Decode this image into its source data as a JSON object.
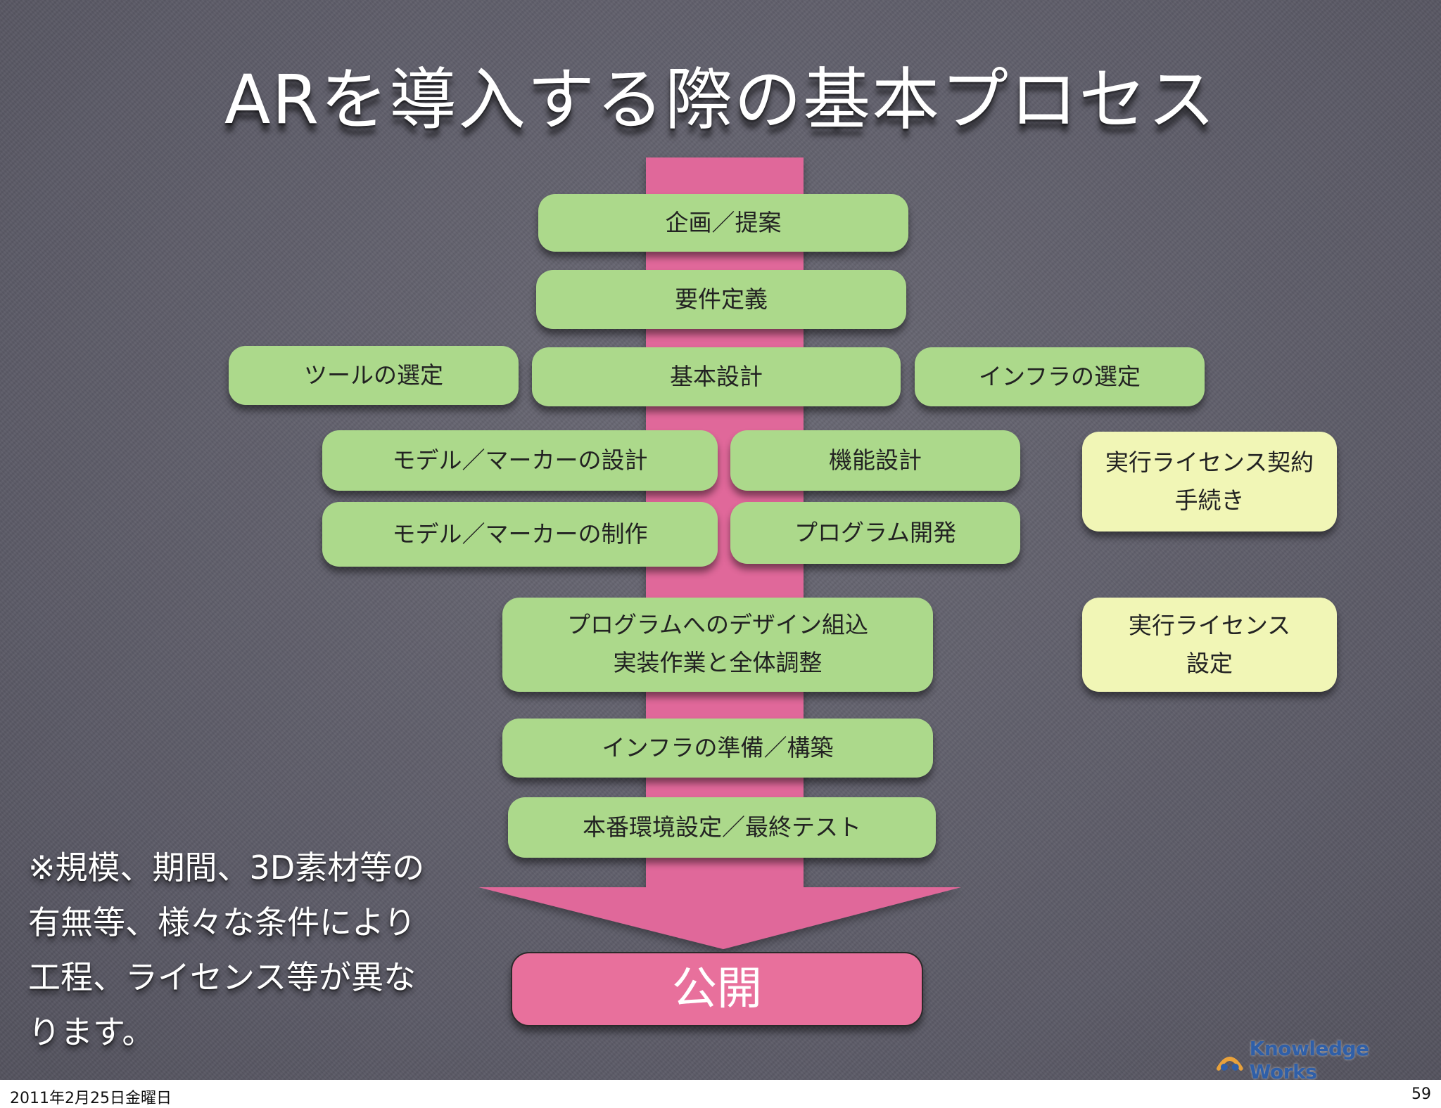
{
  "title": "ARを導入する際の基本プロセス",
  "colors": {
    "background": "#605f6b",
    "step_box": "#acd98b",
    "license_box": "#f1f6b6",
    "publish_box": "#e8709c",
    "arrow": "#e0679a"
  },
  "steps": {
    "planning": "企画／提案",
    "requirements": "要件定義",
    "tool_selection": "ツールの選定",
    "basic_design": "基本設計",
    "infra_selection": "インフラの選定",
    "model_marker_design": "モデル／マーカーの設計",
    "function_design": "機能設計",
    "model_marker_production": "モデル／マーカーの制作",
    "program_development": "プログラム開発",
    "design_integration": "プログラムへのデザイン組込\n実装作業と全体調整",
    "infra_setup": "インフラの準備／構築",
    "production_test": "本番環境設定／最終テスト",
    "publish": "公開"
  },
  "license": {
    "contract": "実行ライセンス契約\n手続き",
    "setup": "実行ライセンス\n設定"
  },
  "note": "※規模、期間、3D素材等の\n有無等、様々な条件により\n工程、ライセンス等が異な\nります。",
  "logo_text": "Knowledge Works",
  "footer": {
    "date": "2011年2月25日金曜日",
    "page": "59"
  }
}
